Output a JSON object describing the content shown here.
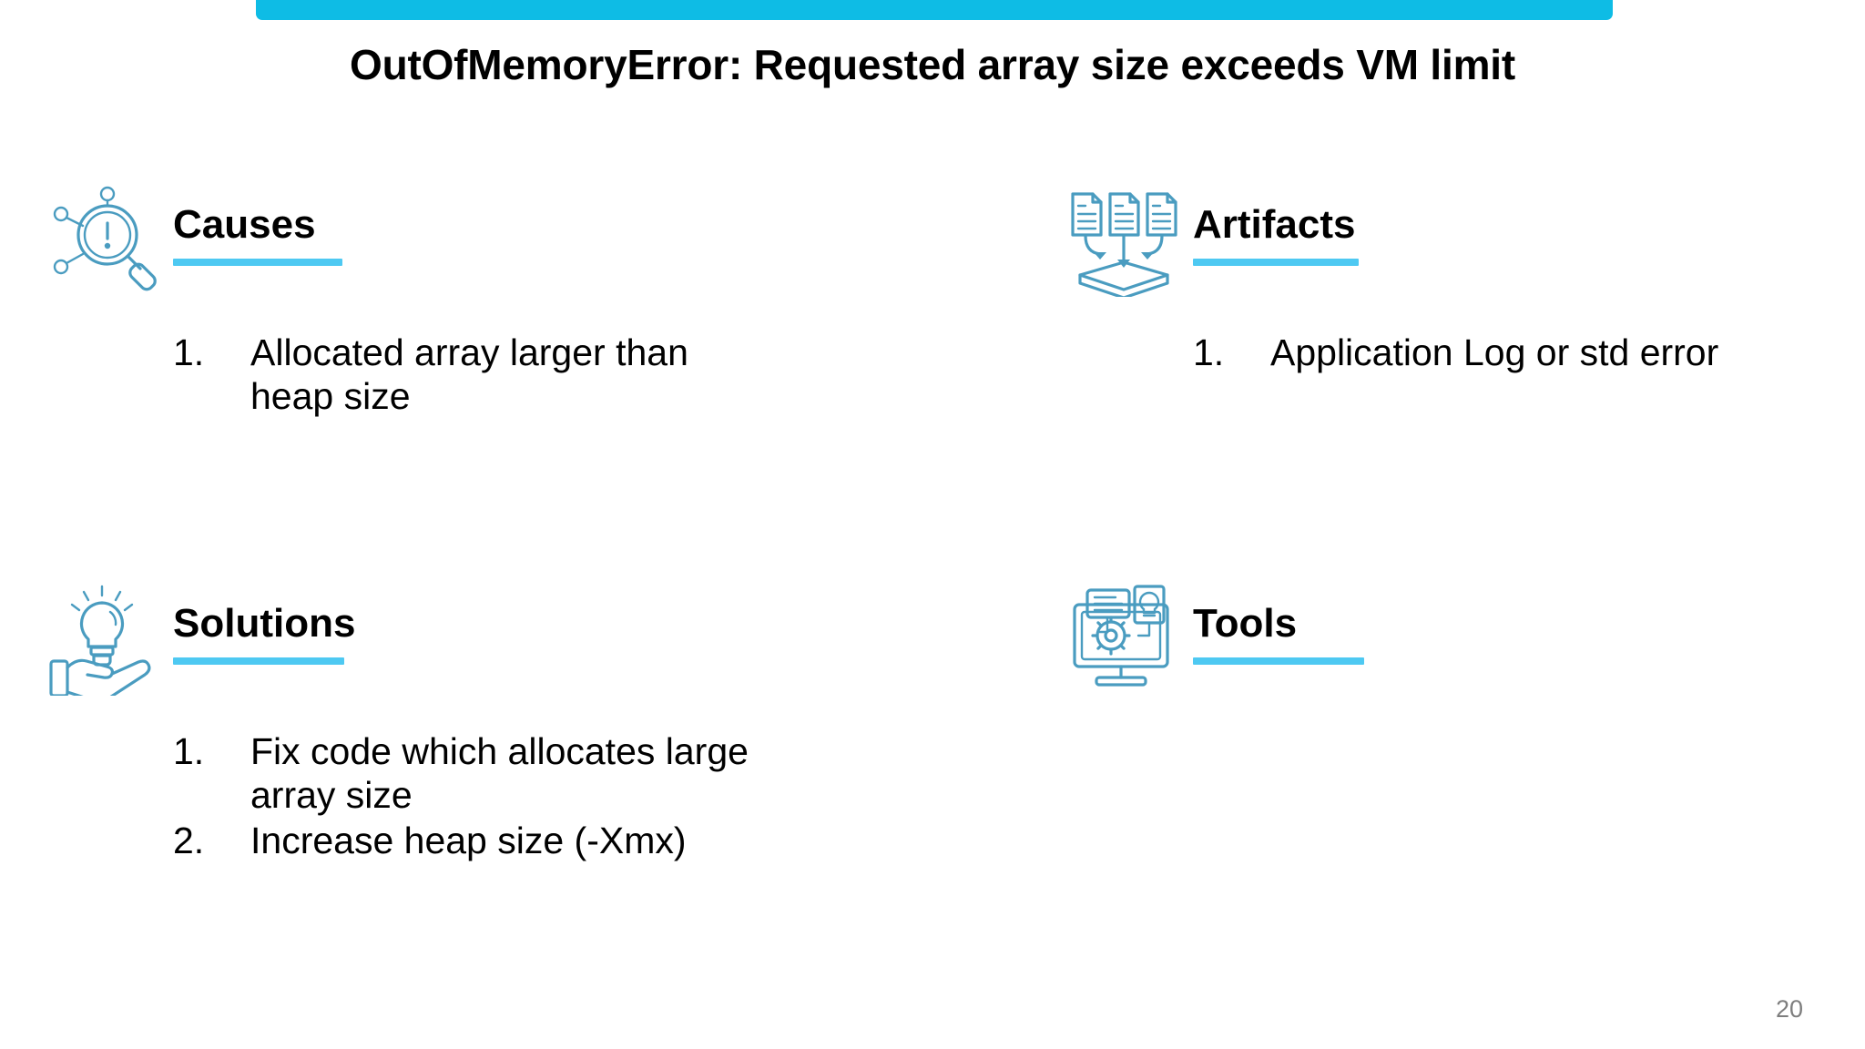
{
  "slide": {
    "title": "OutOfMemoryError: Requested array size exceeds VM limit",
    "page_number": "20",
    "accent_bar_color": "#0EBCE5",
    "rule_color": "#4EC9F2",
    "icon_color": "#4A9CC0",
    "page_number_color": "#7E7E7E"
  },
  "sections": {
    "causes": {
      "title": "Causes",
      "icon": "magnifier-exclamation-root-cause-icon",
      "items": [
        {
          "num": "1.",
          "text": "Allocated array larger than heap size"
        }
      ]
    },
    "artifacts": {
      "title": "Artifacts",
      "icon": "documents-into-tray-icon",
      "items": [
        {
          "num": "1.",
          "text": "Application Log or std error"
        }
      ]
    },
    "solutions": {
      "title": "Solutions",
      "icon": "lightbulb-in-hand-icon",
      "items": [
        {
          "num": "1.",
          "text": "Fix code which allocates large array size"
        },
        {
          "num": "2.",
          "text": "Increase heap size (-Xmx)"
        }
      ]
    },
    "tools": {
      "title": "Tools",
      "icon": "monitor-gear-idea-icon",
      "items": []
    }
  }
}
